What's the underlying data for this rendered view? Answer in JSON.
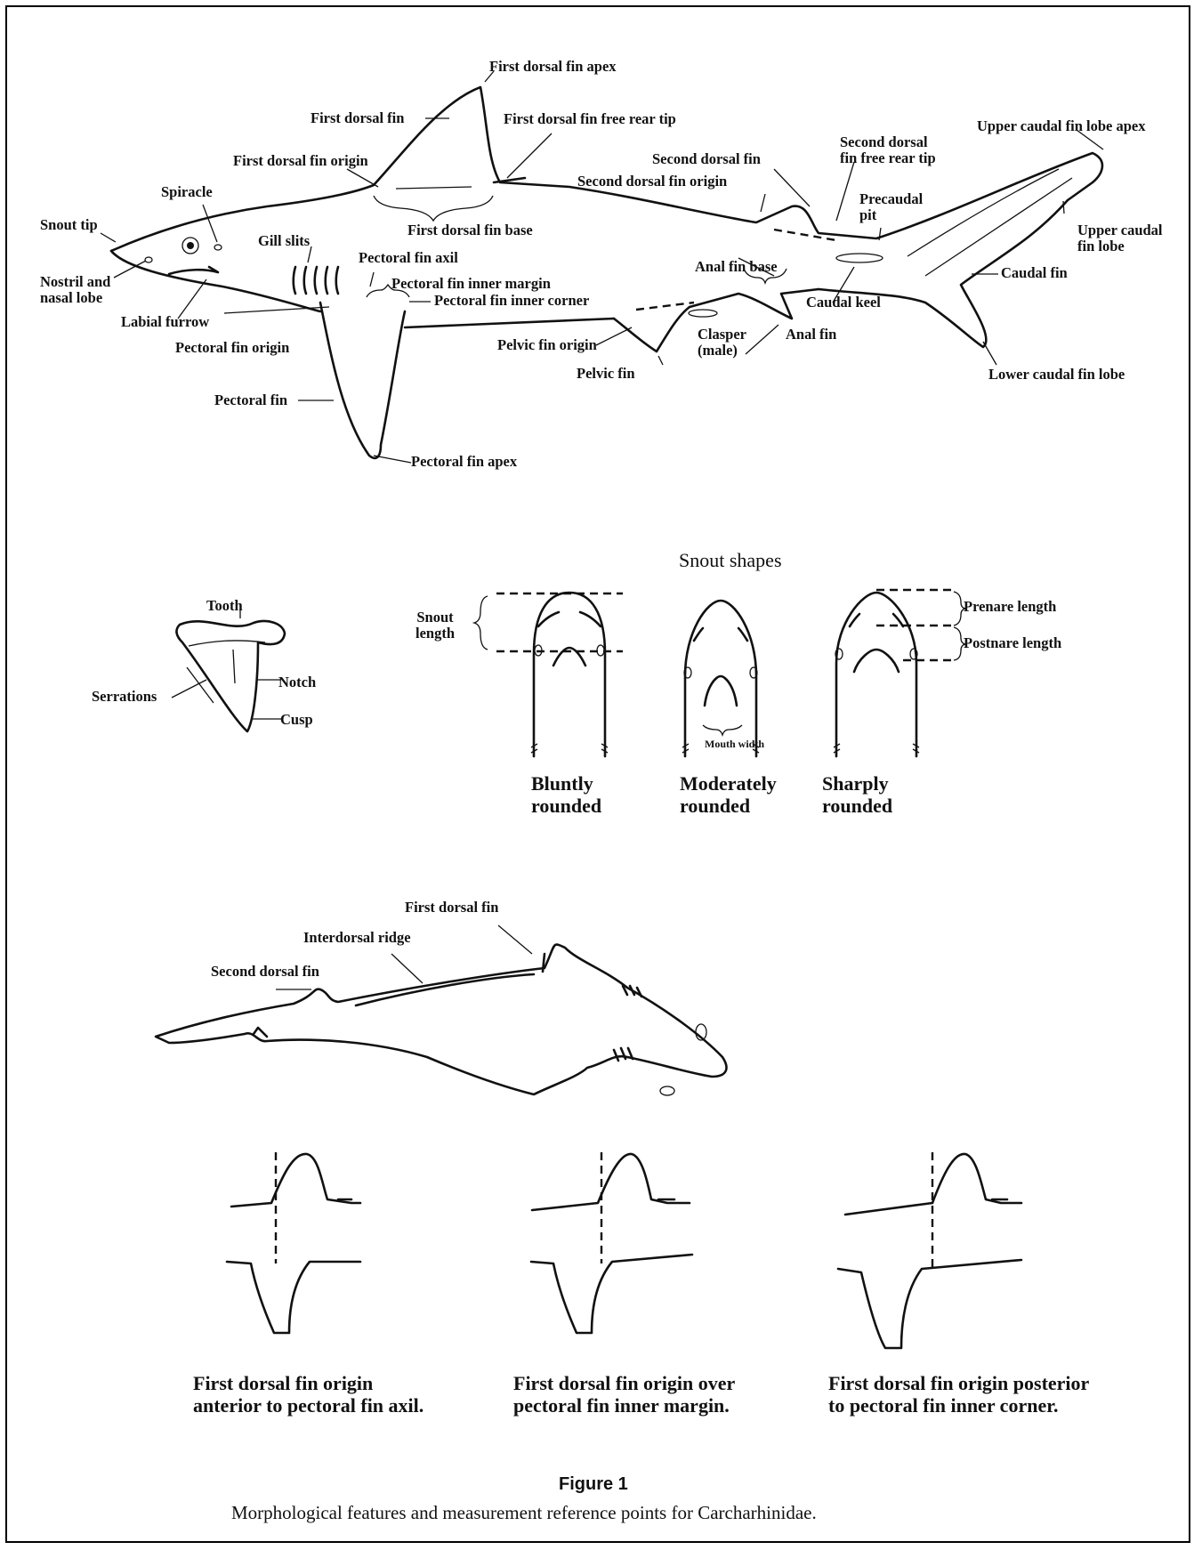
{
  "main_diagram": {
    "labels": {
      "first_dorsal_apex": "First dorsal fin apex",
      "first_dorsal_fin": "First dorsal fin",
      "first_dorsal_free_rear_tip": "First dorsal fin free rear tip",
      "first_dorsal_origin": "First dorsal fin origin",
      "second_dorsal_fin": "Second dorsal fin",
      "second_dorsal_origin": "Second dorsal fin origin",
      "second_dorsal_free_rear_tip": "Second dorsal\nfin free rear tip",
      "upper_caudal_apex": "Upper caudal fin lobe apex",
      "precaudal_pit": "Precaudal\npit",
      "spiracle": "Spiracle",
      "snout_tip": "Snout tip",
      "gill_slits": "Gill slits",
      "first_dorsal_base": "First dorsal fin base",
      "upper_caudal_lobe": "Upper caudal\nfin lobe",
      "nostril": "Nostril and\nnasal lobe",
      "pectoral_axil": "Pectoral fin axil",
      "pectoral_inner_margin": "Pectoral fin inner margin",
      "pectoral_inner_corner": "Pectoral fin inner corner",
      "anal_fin_base": "Anal fin base",
      "caudal_fin": "Caudal fin",
      "caudal_keel": "Caudal keel",
      "labial_furrow": "Labial furrow",
      "clasper": "Clasper\n(male)",
      "anal_fin": "Anal fin",
      "pectoral_origin": "Pectoral fin origin",
      "pelvic_origin": "Pelvic fin origin",
      "pelvic_fin": "Pelvic fin",
      "lower_caudal_lobe": "Lower caudal fin lobe",
      "pectoral_fin": "Pectoral fin",
      "pectoral_apex": "Pectoral fin apex"
    }
  },
  "tooth": {
    "title": "Tooth",
    "notch": "Notch",
    "serrations": "Serrations",
    "cusp": "Cusp"
  },
  "snout_shapes": {
    "title": "Snout shapes",
    "snout_length": "Snout\nlength",
    "prenare_length": "Prenare length",
    "postnare_length": "Postnare length",
    "mouth_width": "Mouth width",
    "shapes": [
      "Bluntly\nrounded",
      "Moderately\nrounded",
      "Sharply\nrounded"
    ]
  },
  "top_view": {
    "first_dorsal_fin": "First dorsal fin",
    "interdorsal_ridge": "Interdorsal ridge",
    "second_dorsal_fin": "Second dorsal fin"
  },
  "fin_positions": [
    "First dorsal fin origin\nanterior to pectoral fin axil.",
    "First dorsal fin origin over\npectoral fin inner margin.",
    "First dorsal fin origin posterior\nto pectoral fin inner corner."
  ],
  "figure": {
    "title": "Figure 1",
    "caption": "Morphological features and measurement reference points for Carcharhinidae."
  }
}
